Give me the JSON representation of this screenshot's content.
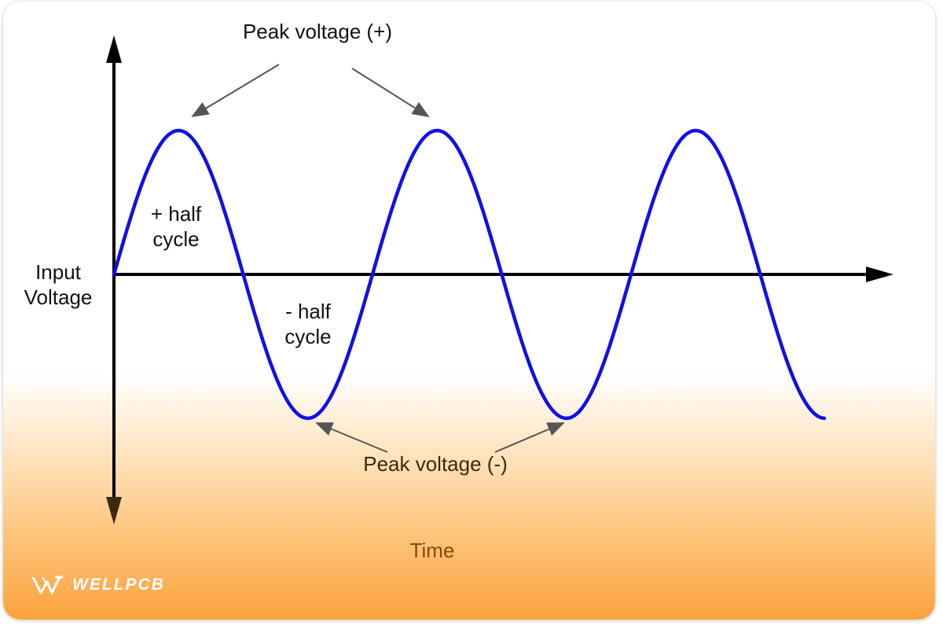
{
  "labels": {
    "peak_positive": "Peak voltage (+)",
    "peak_negative": "Peak voltage (-)",
    "positive_half_line1": "+ half",
    "positive_half_line2": "cycle",
    "negative_half_line1": "- half",
    "negative_half_line2": "cycle",
    "y_axis_line1": "Input",
    "y_axis_line2": "Voltage",
    "x_axis": "Time"
  },
  "logo": {
    "text": "WELLPCB"
  },
  "colors": {
    "wave": "#1010e8",
    "axis": "#000000",
    "annotation_arrow": "#555555",
    "time_label": "#8a4a00",
    "peak_negative_label": "#3a2a10"
  },
  "wave": {
    "cycles_shown": 2.75
  }
}
